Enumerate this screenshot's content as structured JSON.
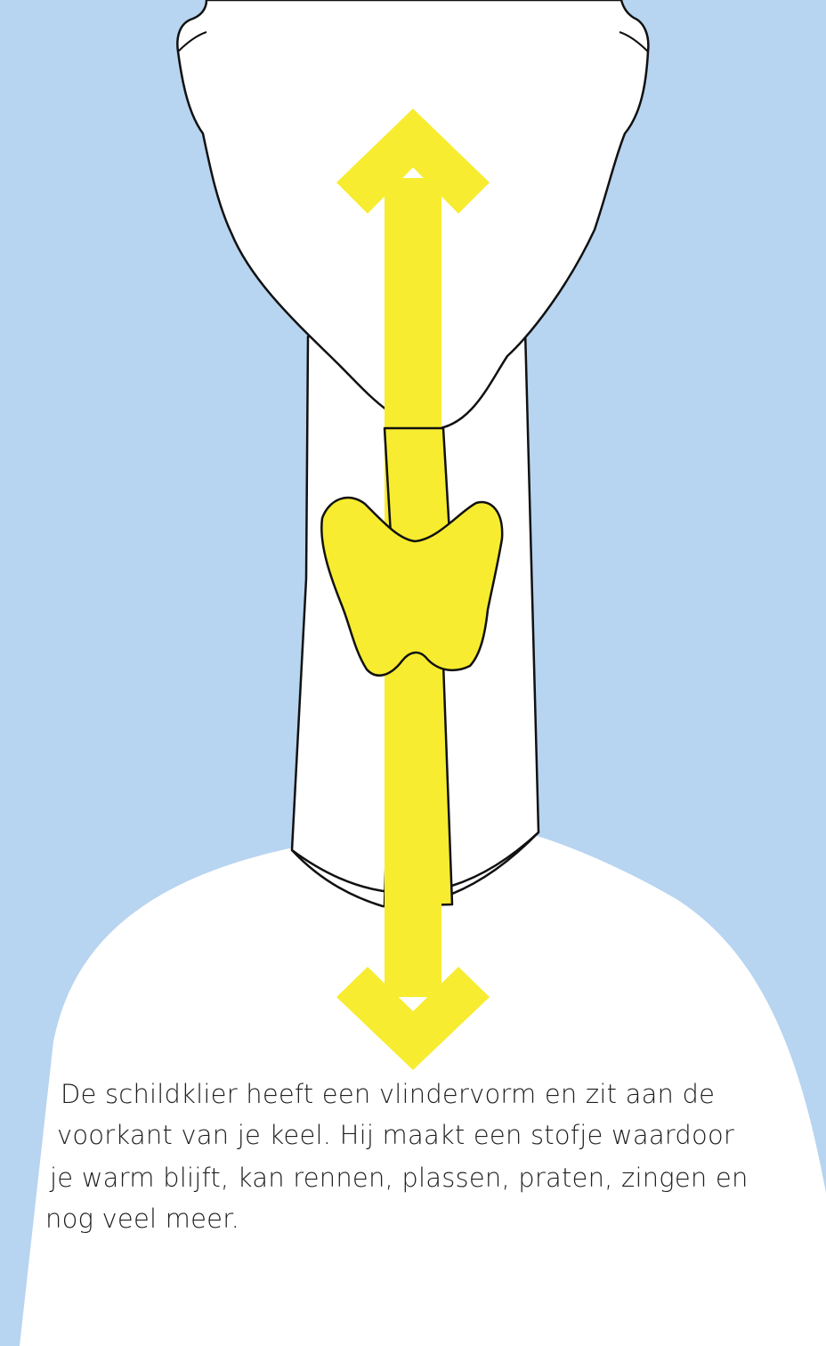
{
  "colors": {
    "background": "#b7d4f0",
    "body": "#ffffff",
    "outline": "#111111",
    "highlight": "#f7ec2f",
    "text": "#1f1f1f"
  },
  "illustration": {
    "organ": "thyroid",
    "arrow_direction": "up-down"
  },
  "caption": {
    "lines": [
      "De schildklier heeft een vlindervorm en zit aan de",
      "voorkant van je keel. Hij maakt een stofje waardoor",
      "je warm blijft, kan rennen, plassen, praten, zingen en",
      "nog veel meer."
    ]
  }
}
